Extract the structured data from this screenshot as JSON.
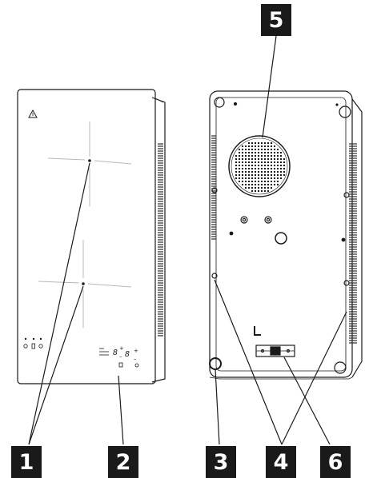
{
  "callouts": {
    "n1": "1",
    "n2": "2",
    "n3": "3",
    "n4": "4",
    "n5": "5",
    "n6": "6"
  },
  "control_panel": {
    "left_digit": "8",
    "right_digit": "8",
    "plus": "+",
    "minus": "–"
  },
  "colors": {
    "line": "#1a1a1a",
    "label_bg": "#1a1a1a",
    "label_text": "#ffffff",
    "vent": "#2a2a2a"
  }
}
